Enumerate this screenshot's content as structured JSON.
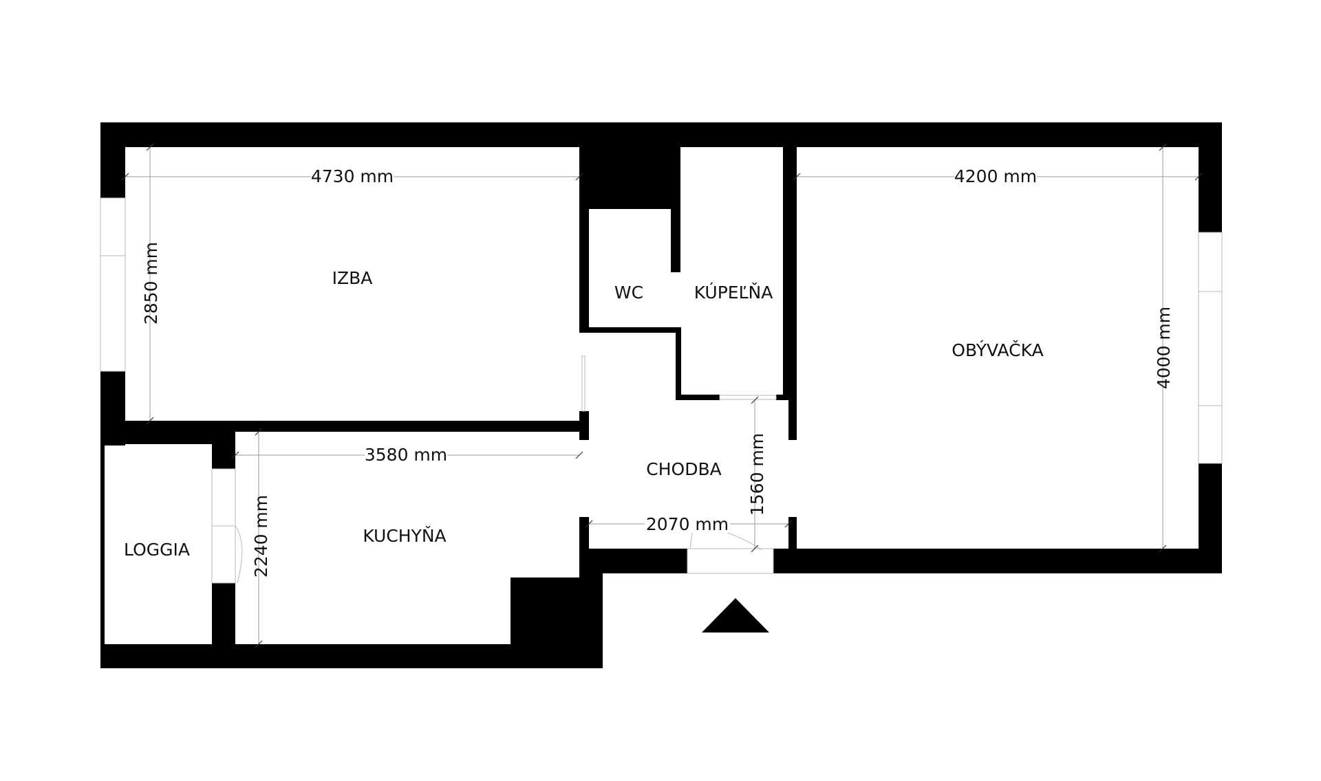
{
  "rooms": {
    "izba": "IZBA",
    "wc": "WC",
    "kupelna": "KÚPEĽŇA",
    "obyvacka": "OBÝVAČKA",
    "chodba": "CHODBA",
    "kuchyna": "KUCHYŇA",
    "loggia": "LOGGIA"
  },
  "dimensions": {
    "izba_width": "4730 mm",
    "izba_height": "2850 mm",
    "obyvacka_width": "4200 mm",
    "obyvacka_height": "4000 mm",
    "kuchyna_width": "3580 mm",
    "kuchyna_height": "2240 mm",
    "chodba_height": "1560 mm",
    "chodba_width": "2070 mm"
  },
  "colors": {
    "wall": "#000000",
    "background": "#ffffff"
  }
}
